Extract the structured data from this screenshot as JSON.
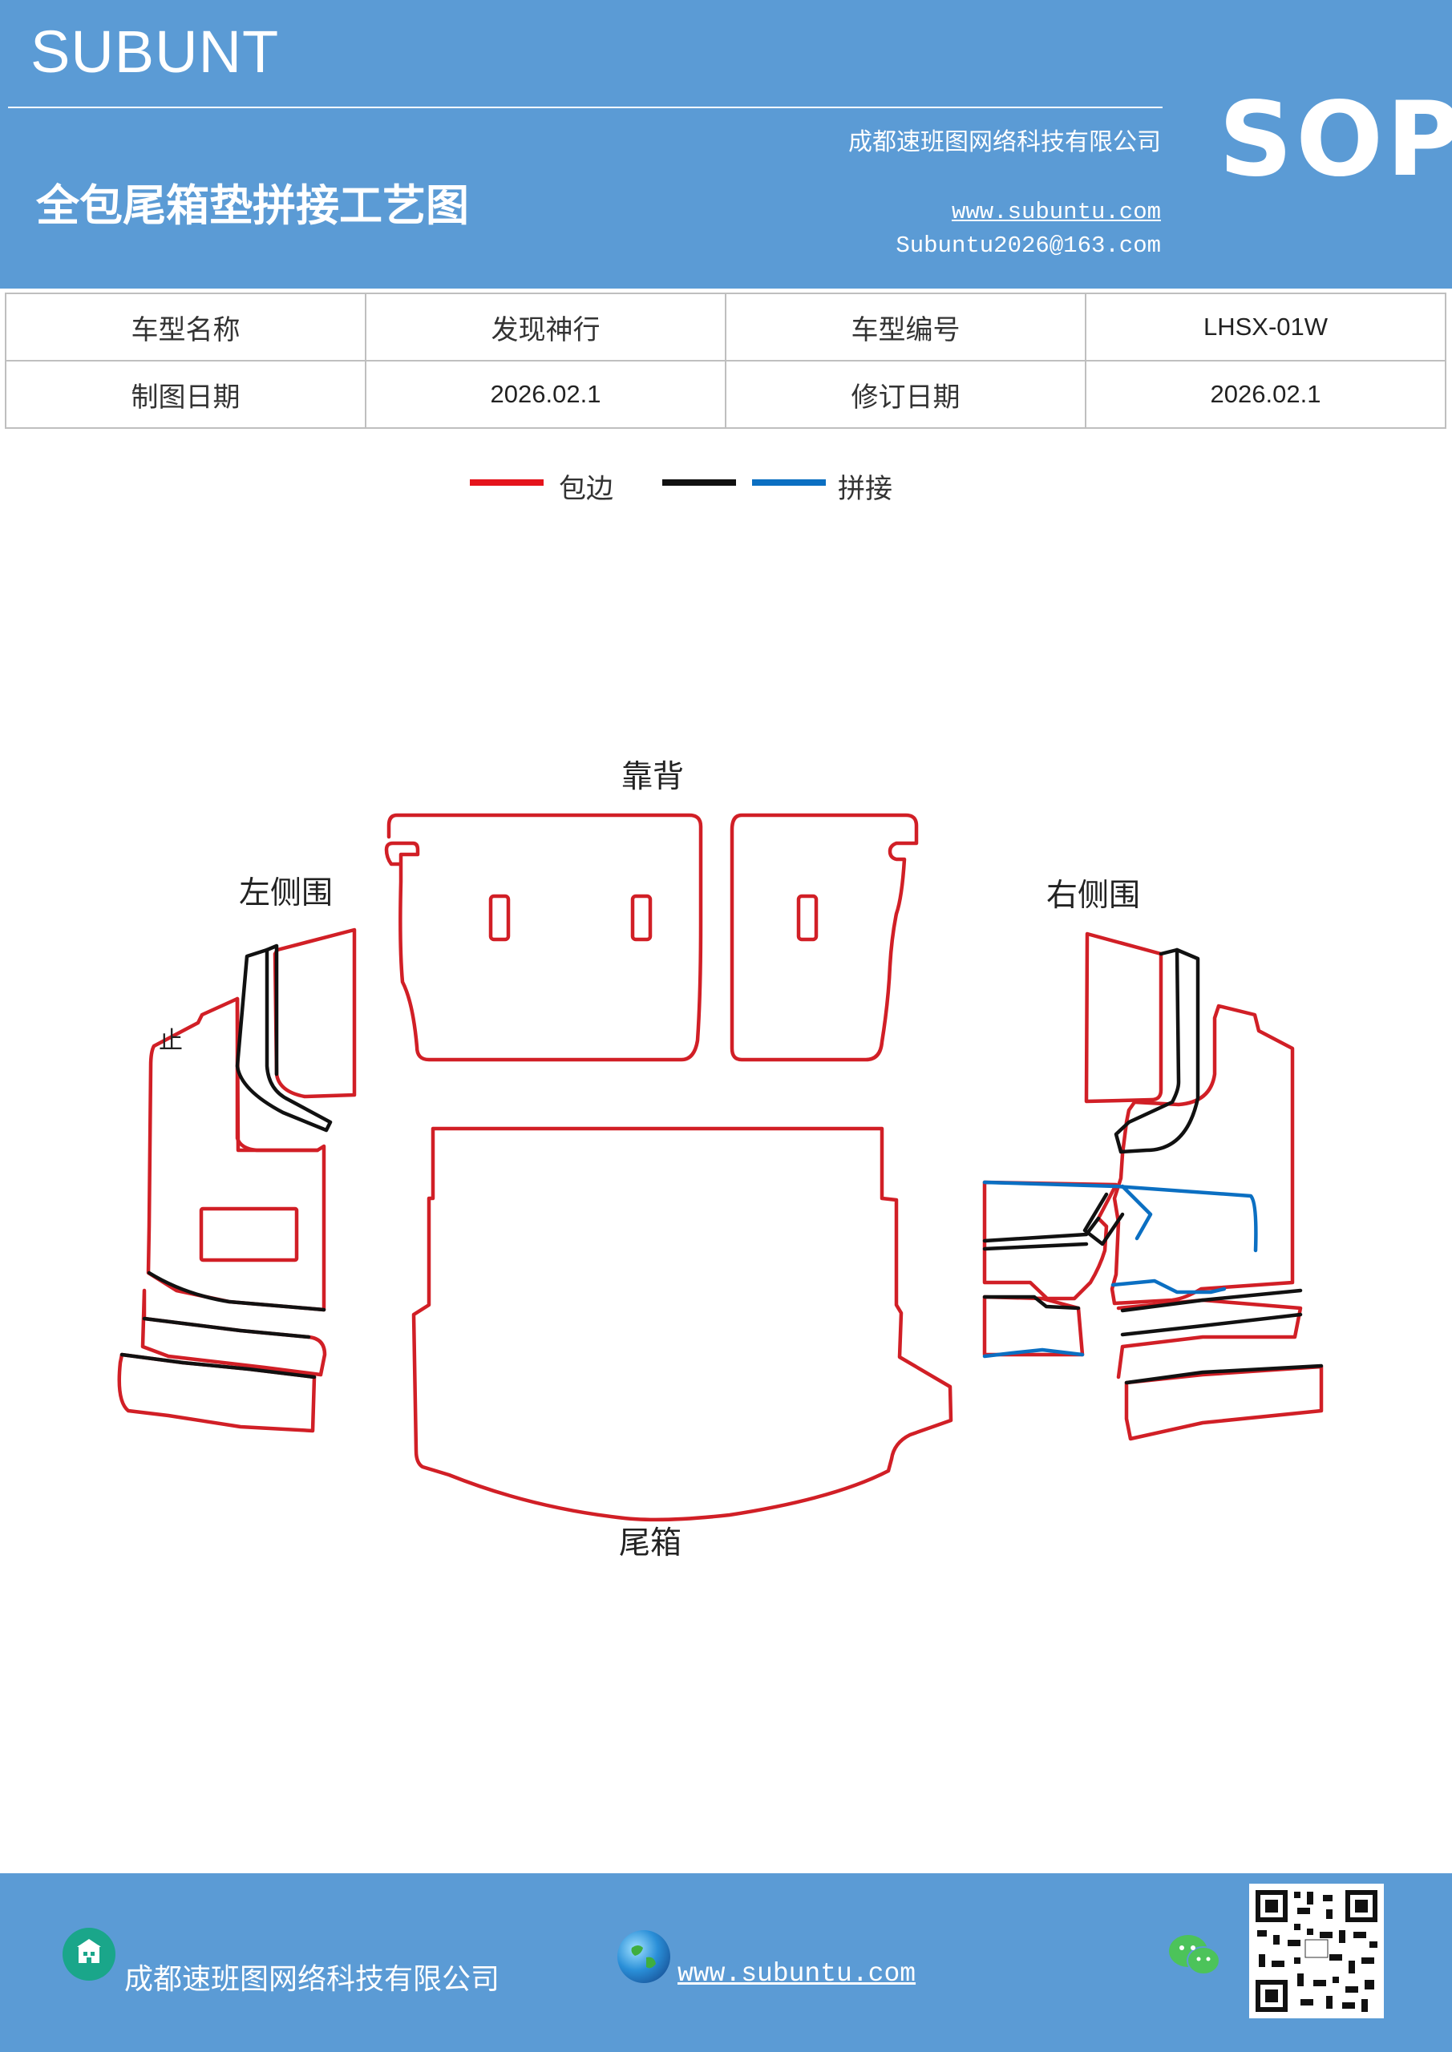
{
  "header": {
    "brand": "SUBUNT",
    "company": "成都速班图网络科技有限公司",
    "title": "全包尾箱垫拼接工艺图",
    "website": "www.subuntu.com",
    "email": "Subuntu2026@163.com",
    "badge": "SOP"
  },
  "info_table": {
    "rows": [
      [
        "车型名称",
        "发现神行",
        "车型编号",
        "LHSX-01W"
      ],
      [
        "制图日期",
        "2026.02.1",
        "修订日期",
        "2026.02.1"
      ]
    ]
  },
  "legend": {
    "items": [
      {
        "label": "包边",
        "colors": [
          "#e5141c"
        ]
      },
      {
        "label": "拼接",
        "colors": [
          "#111111",
          "#0b6fc2"
        ]
      }
    ]
  },
  "diagram": {
    "labels": {
      "backrest": "靠背",
      "left_side": "左侧围",
      "right_side": "右侧围",
      "trunk": "尾箱",
      "stop_mark": "止"
    },
    "colors": {
      "edge": "#e5141c",
      "seam_black": "#111111",
      "seam_blue": "#0b6fc2"
    }
  },
  "footer": {
    "company": "成都速班图网络科技有限公司",
    "website": "www.subuntu.com",
    "icons": [
      "building-icon",
      "globe-icon",
      "wechat-icon",
      "qr-code"
    ]
  }
}
